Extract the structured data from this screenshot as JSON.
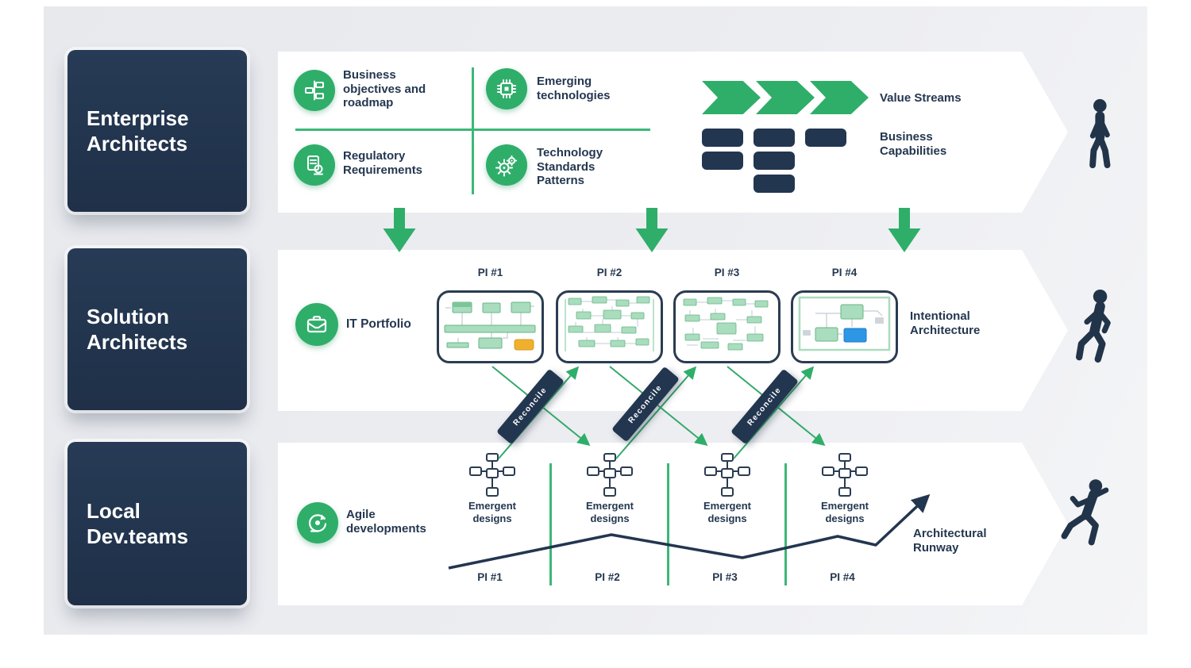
{
  "palette": {
    "navy": "#223449",
    "green": "#2fae6a",
    "green_line": "#3cb878",
    "amber": "#f0b02e",
    "blue": "#2d97e5",
    "band_white": "#ffffff",
    "backdrop_gray": "#ecedf1"
  },
  "enterprise": {
    "label": "Enterprise\nArchitects",
    "person_icon": "person-walking-icon",
    "items": [
      {
        "icon": "roadmap-icon",
        "label": "Business\nobjectives and\nroadmap"
      },
      {
        "icon": "chip-icon",
        "label": "Emerging\ntechnologies"
      },
      {
        "icon": "document-stamp-icon",
        "label": "Regulatory\nRequirements"
      },
      {
        "icon": "gears-icon",
        "label": "Technology\nStandards\nPatterns"
      }
    ],
    "value_streams_label": "Value Streams",
    "business_capabilities_label": "Business\nCapabilities"
  },
  "solution": {
    "label": "Solution\nArchitects",
    "person_icon": "person-striding-icon",
    "portfolio": {
      "icon": "briefcase-icon",
      "label": "IT Portfolio"
    },
    "pi_labels": [
      "PI #1",
      "PI #2",
      "PI #3",
      "PI #4"
    ],
    "intentional_label": "Intentional\nArchitecture",
    "reconcile_label": "Reconcile"
  },
  "dev": {
    "label": "Local\nDev.teams",
    "person_icon": "person-running-icon",
    "agile": {
      "icon": "sprint-loop-icon",
      "label": "Agile\ndevelopments"
    },
    "emergent_label": "Emergent\ndesigns",
    "pi_labels": [
      "PI #1",
      "PI #2",
      "PI #3",
      "PI #4"
    ],
    "runway_label": "Architectural\nRunway"
  }
}
